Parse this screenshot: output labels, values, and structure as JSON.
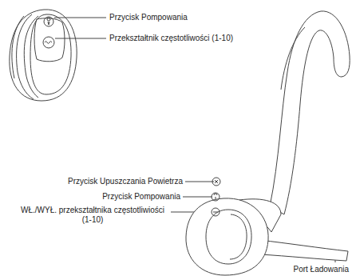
{
  "diagram": {
    "labels": [
      "Przycisk Pompowania",
      "Przekształtnik częstotliwości (1-10)",
      "Przycisk Upuszczania Powietrza",
      "Przycisk Pompowania",
      "WŁ./WYŁ. przekształtnika częstotliwiości (1-10)",
      "Port Ładowania"
    ]
  }
}
